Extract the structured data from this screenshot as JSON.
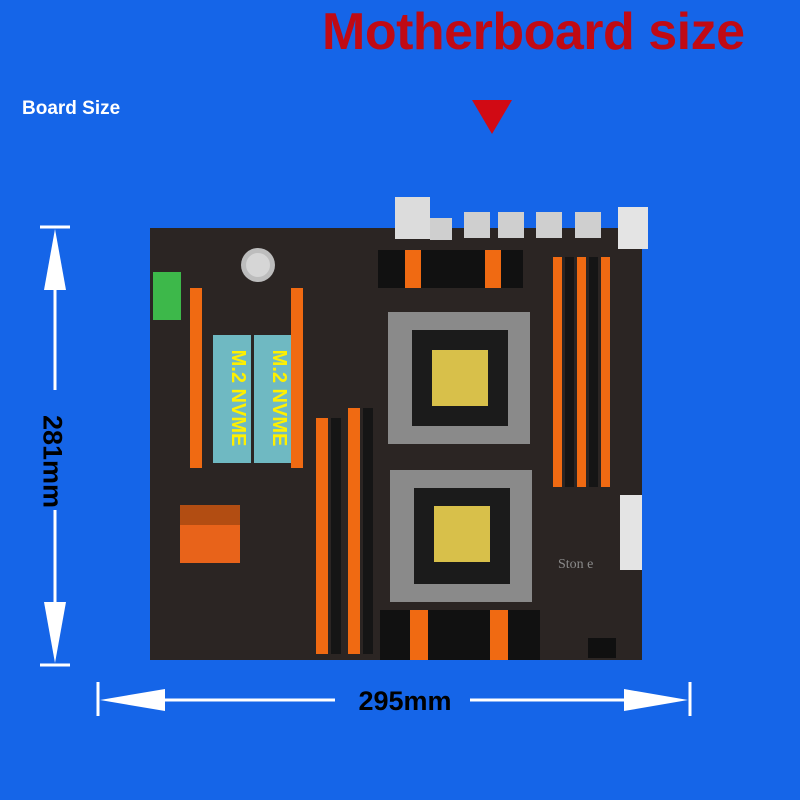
{
  "heading": "Motherboard size",
  "subheading": "Board Size",
  "height_label": "281mm",
  "width_label": "295mm",
  "slot_labels": [
    "M.2 NVME",
    "M.2 NVME"
  ],
  "watermark": "Ston e",
  "colors": {
    "background": "#1565e8",
    "heading": "#c00a14",
    "pcb": "#2b2523",
    "accent_orange": "#f06a12",
    "heatsink": "#111111"
  },
  "icons": [
    "down-triangle-icon",
    "arrow-up-icon",
    "arrow-down-icon",
    "arrow-left-icon",
    "arrow-right-icon"
  ]
}
